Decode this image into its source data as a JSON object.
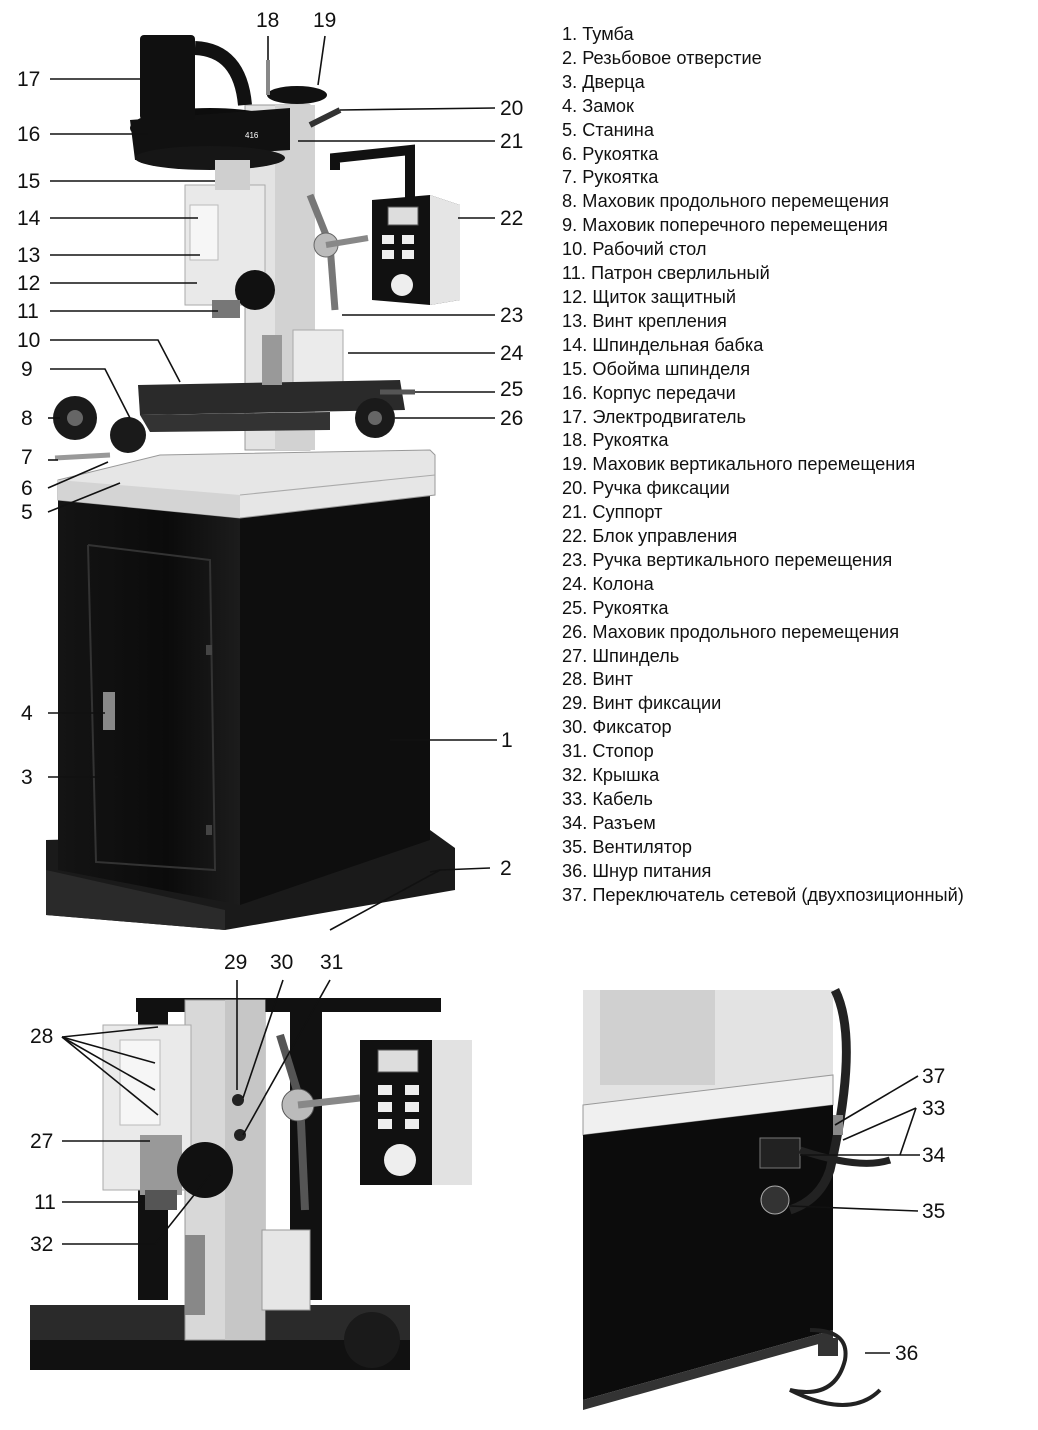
{
  "legend": [
    "1. Тумба",
    "2. Резьбовое отверстие",
    "3. Дверца",
    "4. Замок",
    "5. Станина",
    "6. Рукоятка",
    "7. Рукоятка",
    "8. Маховик продольного перемещения",
    "9. Маховик поперечного перемещения",
    "10. Рабочий стол",
    "11. Патрон сверлильный",
    "12. Щиток защитный",
    "13. Винт крепления",
    "14. Шпиндельная бабка",
    "15. Обойма шпинделя",
    "16. Корпус передачи",
    "17. Электродвигатель",
    "18. Рукоятка",
    "19. Маховик вертикального перемещения",
    "20. Ручка фиксации",
    "21. Суппорт",
    "22. Блок управления",
    "23. Ручка вертикального перемещения",
    "24. Колона",
    "25. Рукоятка",
    "26. Маховик продольного перемещения",
    "27. Шпиндель",
    "28. Винт",
    "29. Винт фиксации",
    "30. Фиксатор",
    "31. Стопор",
    "32. Крышка",
    "33. Кабель",
    "34. Разъем",
    "35. Вентилятор",
    "36. Шнур питания",
    "37. Переключатель сетевой (двухпозиционный)"
  ],
  "main_callouts": {
    "n1": "1",
    "n2": "2",
    "n3": "3",
    "n4": "4",
    "n5": "5",
    "n6": "6",
    "n7": "7",
    "n8": "8",
    "n9": "9",
    "n10": "10",
    "n11": "11",
    "n12": "12",
    "n13": "13",
    "n14": "14",
    "n15": "15",
    "n16": "16",
    "n17": "17",
    "n18": "18",
    "n19": "19",
    "n20": "20",
    "n21": "21",
    "n22": "22",
    "n23": "23",
    "n24": "24",
    "n25": "25",
    "n26": "26"
  },
  "detail_callouts": {
    "n28": "28",
    "n27": "27",
    "n11": "11",
    "n32": "32",
    "n29": "29",
    "n30": "30",
    "n31": "31"
  },
  "rear_callouts": {
    "n37": "37",
    "n33": "33",
    "n34": "34",
    "n35": "35",
    "n36": "36"
  },
  "control_panel_label": "416"
}
